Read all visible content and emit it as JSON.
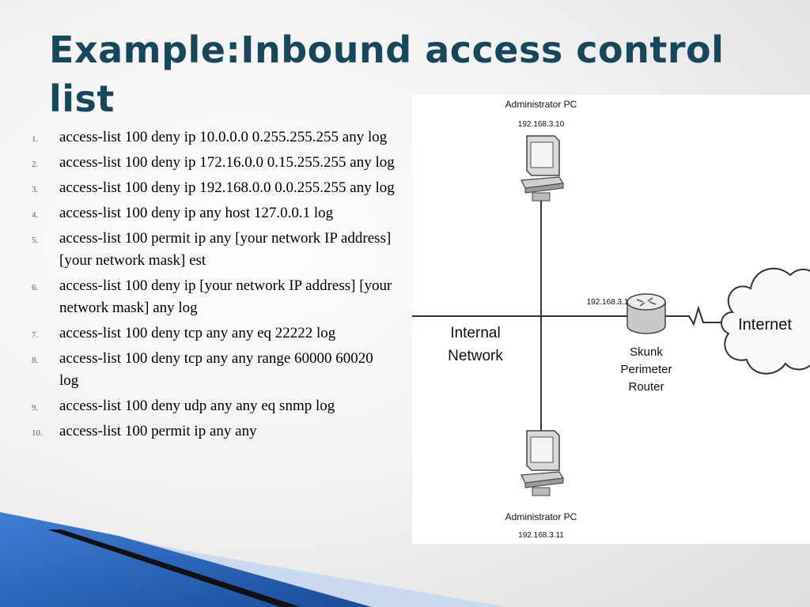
{
  "slide": {
    "title": "Example:Inbound access control list"
  },
  "acl_rules": [
    {
      "num": "1.",
      "text": "access-list 100 deny ip 10.0.0.0 0.255.255.255 any log"
    },
    {
      "num": "2.",
      "text": "access-list 100 deny ip 172.16.0.0 0.15.255.255 any log"
    },
    {
      "num": "3.",
      "text": "access-list 100 deny ip 192.168.0.0 0.0.255.255 any log"
    },
    {
      "num": "4.",
      "text": "access-list 100 deny ip any host 127.0.0.1 log"
    },
    {
      "num": "5.",
      "text": "access-list 100 permit ip any [your network IP address] [your network mask] est"
    },
    {
      "num": "6.",
      "text": "access-list 100 deny ip [your network IP address] [your network mask] any log"
    },
    {
      "num": "7.",
      "text": "access-list 100 deny tcp any any eq 22222 log"
    },
    {
      "num": "8.",
      "text": "access-list 100 deny tcp any any range 60000 60020 log"
    },
    {
      "num": "9.",
      "text": "access-list 100 deny udp any any eq snmp log"
    },
    {
      "num": "10.",
      "text": "access-list 100 permit ip any any"
    }
  ],
  "diagram": {
    "top_pc": {
      "label": "Administrator PC",
      "ip": "192.168.3.10"
    },
    "bottom_pc": {
      "label": "Administrator PC",
      "ip": "192.168.3.11"
    },
    "internal_network": {
      "line1": "Internal",
      "line2": "Network"
    },
    "router": {
      "ip": "192.168.3.1",
      "line1": "Skunk",
      "line2": "Perimeter",
      "line3": "Router"
    },
    "cloud": {
      "label": "Internet"
    }
  },
  "theme": {
    "title_color": "#17475a",
    "accent_blue": "#2a6cc4"
  }
}
